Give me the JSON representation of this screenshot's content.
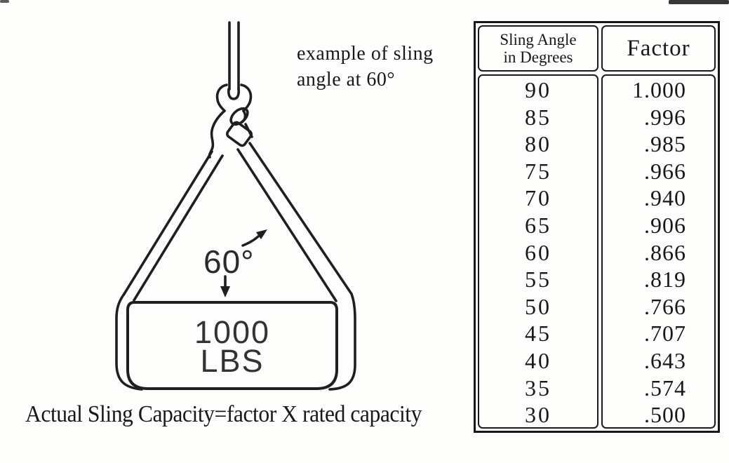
{
  "figure": {
    "example_label": {
      "line1": "example of sling",
      "line2": "angle at 60°"
    },
    "angle_label": "60°",
    "load_label": {
      "line1": "1000",
      "line2": "LBS"
    },
    "caption": "Actual Sling Capacity=factor X rated capacity"
  },
  "factor_table": {
    "header": {
      "angle_line1": "Sling Angle",
      "angle_line2": "in Degrees",
      "factor": "Factor"
    },
    "rows": [
      {
        "angle": "90",
        "factor": "1.000"
      },
      {
        "angle": "85",
        "factor": ".996"
      },
      {
        "angle": "80",
        "factor": ".985"
      },
      {
        "angle": "75",
        "factor": ".966"
      },
      {
        "angle": "70",
        "factor": ".940"
      },
      {
        "angle": "65",
        "factor": ".906"
      },
      {
        "angle": "60",
        "factor": ".866"
      },
      {
        "angle": "55",
        "factor": ".819"
      },
      {
        "angle": "50",
        "factor": ".766"
      },
      {
        "angle": "45",
        "factor": ".707"
      },
      {
        "angle": "40",
        "factor": ".643"
      },
      {
        "angle": "35",
        "factor": ".574"
      },
      {
        "angle": "30",
        "factor": ".500"
      }
    ]
  },
  "colors": {
    "ink": "#1f1f1f",
    "background": "#fdfdfc"
  }
}
